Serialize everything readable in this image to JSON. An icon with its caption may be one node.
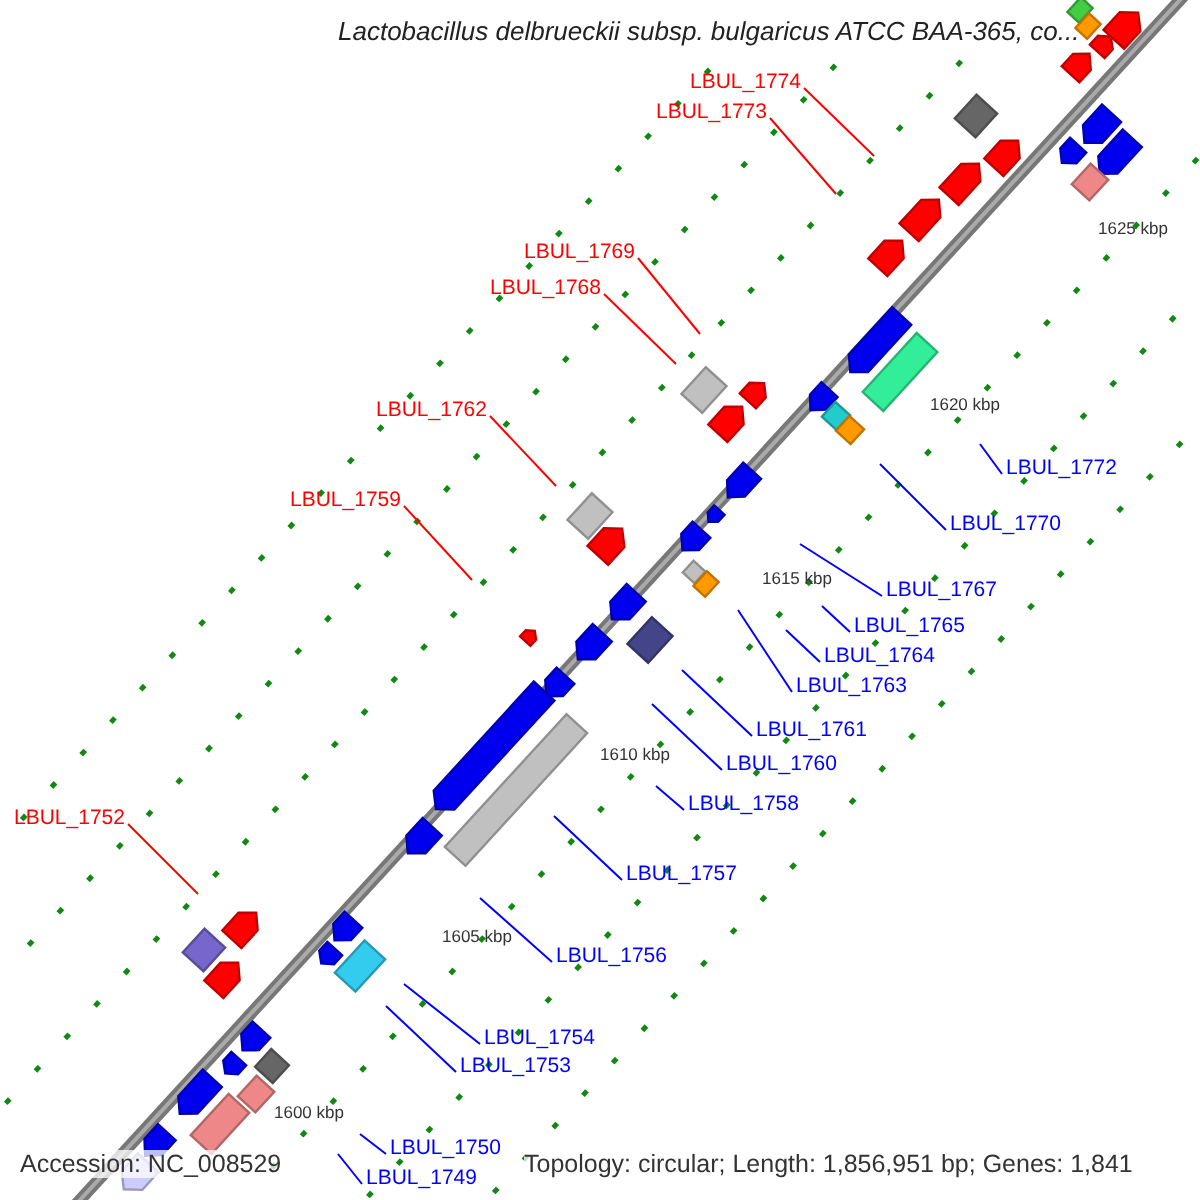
{
  "diagram": {
    "title": "Lactobacillus delbrueckii subsp. bulgaricus ATCC BAA-365, co...",
    "nodes": [
      {
        "text": [
          "LBUL_1774"
        ]
      },
      {
        "text": [
          "LBUL_1773"
        ]
      },
      {
        "text": [
          "LBUL_1769"
        ]
      },
      {
        "text": [
          "LBUL_1768"
        ]
      },
      {
        "text": [
          "LBUL_1762"
        ]
      },
      {
        "text": [
          "LBUL_1772"
        ]
      },
      {
        "text": [
          "LBUL_1759"
        ]
      },
      {
        "text": [
          "LBUL_1770"
        ]
      },
      {
        "text": [
          "LBUL_1767"
        ]
      },
      {
        "text": [
          "LBUL_1765"
        ]
      },
      {
        "text": [
          "LBUL_1764"
        ]
      },
      {
        "text": [
          "LBUL_1763"
        ]
      },
      {
        "text": [
          "LBUL_1761"
        ]
      },
      {
        "text": [
          "LBUL_1760"
        ]
      },
      {
        "text": [
          "LBUL_1758"
        ]
      },
      {
        "text": [
          "LBUL_1752"
        ]
      },
      {
        "text": [
          "LBUL_1757"
        ]
      },
      {
        "text": [
          "LBUL_1756"
        ]
      },
      {
        "text": [
          "LBUL_1754"
        ]
      },
      {
        "text": [
          "LBUL_1753"
        ]
      },
      {
        "text": [
          "LBUL_1750"
        ]
      },
      {
        "text": [
          "LBUL_1749"
        ]
      }
    ],
    "edges": [
      {
        "from": 0,
        "to": null,
        "arrow": "none",
        "color": "#ff0000"
      },
      {
        "from": 1,
        "to": null,
        "arrow": "none",
        "color": "#ff0000"
      },
      {
        "from": 2,
        "to": null,
        "arrow": "none",
        "color": "#ff0000"
      },
      {
        "from": 3,
        "to": null,
        "arrow": "none",
        "color": "#ff0000"
      },
      {
        "from": 4,
        "to": null,
        "arrow": "none",
        "color": "#ff0000"
      },
      {
        "from": 5,
        "to": null,
        "arrow": "none"
      },
      {
        "from": 6,
        "to": null,
        "arrow": "none",
        "color": "#ff0000"
      },
      {
        "from": 7,
        "to": null,
        "arrow": "none"
      },
      {
        "from": 8,
        "to": null,
        "arrow": "none"
      },
      {
        "from": 9,
        "to": null,
        "arrow": "none"
      },
      {
        "from": 10,
        "to": null,
        "arrow": "none"
      },
      {
        "from": 11,
        "to": null,
        "arrow": "none"
      },
      {
        "from": 12,
        "to": null,
        "arrow": "none"
      },
      {
        "from": 13,
        "to": null,
        "arrow": "none"
      },
      {
        "from": 14,
        "to": null,
        "arrow": "none"
      },
      {
        "from": 15,
        "to": null,
        "arrow": "none",
        "color": "#ff0000"
      },
      {
        "from": 16,
        "to": null,
        "arrow": "none"
      },
      {
        "from": 17,
        "to": null,
        "arrow": "none"
      },
      {
        "from": 18,
        "to": null,
        "arrow": "none"
      },
      {
        "from": 19,
        "to": null,
        "arrow": "none"
      },
      {
        "from": 20,
        "to": null,
        "arrow": "none"
      },
      {
        "from": 21,
        "to": null,
        "arrow": "none"
      }
    ],
    "labels": [
      "1625 kbp",
      "1620 kbp",
      "1615 kbp",
      "1610 kbp",
      "1605 kbp",
      "1600 kbp",
      "Accession: NC_008529",
      "Topology: circular; Length: 1,856,951 bp; Genes: 1,841"
    ]
  }
}
